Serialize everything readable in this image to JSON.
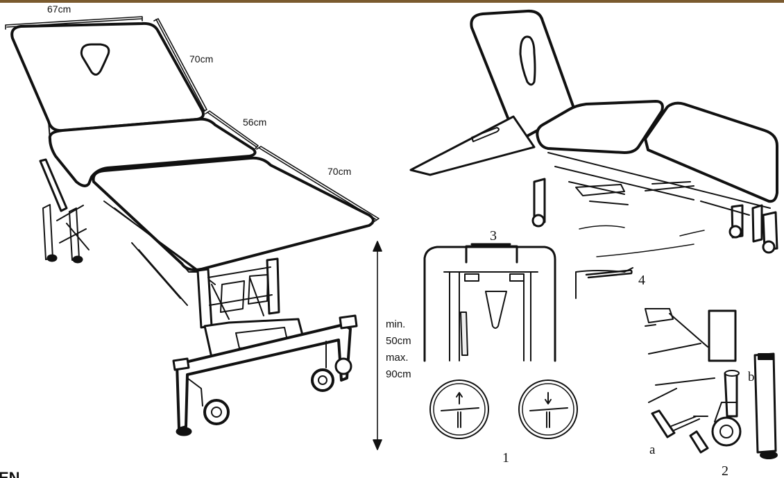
{
  "colors": {
    "top_bar": "#7a5a2e",
    "ink": "#111111",
    "background": "#ffffff"
  },
  "dimensions": {
    "head_width": "67cm",
    "head_length": "70cm",
    "middle_length": "56cm",
    "foot_length": "70cm",
    "height_line1": "min.",
    "height_line2": "50cm",
    "height_line3": "max.",
    "height_line4": "90cm"
  },
  "detail_numbers": {
    "n1": "1",
    "n2": "2",
    "n3": "3",
    "n4": "4"
  },
  "detail_letters": {
    "a": "a",
    "b": "b"
  },
  "corner_text": "EN"
}
